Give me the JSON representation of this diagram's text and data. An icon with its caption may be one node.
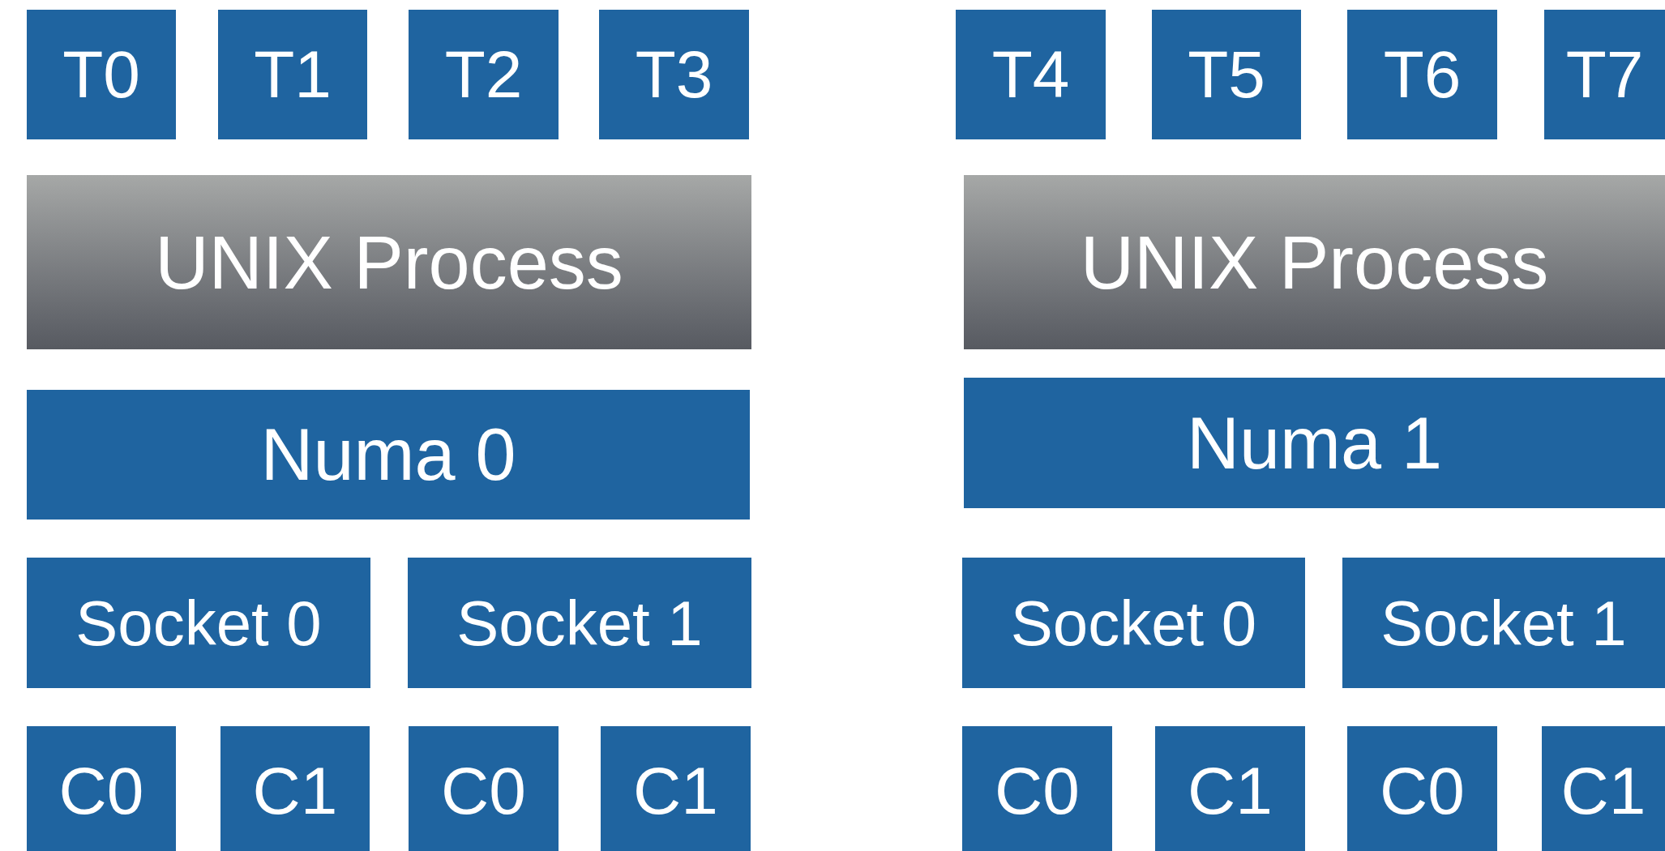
{
  "diagram": {
    "nodes": [
      {
        "text": [
          "T0"
        ]
      },
      {
        "text": [
          "T1"
        ]
      },
      {
        "text": [
          "T2"
        ]
      },
      {
        "text": [
          "T3"
        ]
      },
      {
        "text": [
          "T4"
        ]
      },
      {
        "text": [
          "T5"
        ]
      },
      {
        "text": [
          "T6"
        ]
      },
      {
        "text": [
          "T7"
        ]
      },
      {
        "text": [
          "UNIX Process"
        ]
      },
      {
        "text": [
          "UNIX Process"
        ]
      },
      {
        "text": [
          "Numa 0"
        ]
      },
      {
        "text": [
          "Numa 1"
        ]
      },
      {
        "text": [
          "Socket 0"
        ]
      },
      {
        "text": [
          "Socket 1"
        ]
      },
      {
        "text": [
          "Socket 0"
        ]
      },
      {
        "text": [
          "Socket 1"
        ]
      },
      {
        "text": [
          "C0"
        ]
      },
      {
        "text": [
          "C1"
        ]
      },
      {
        "text": [
          "C0"
        ]
      },
      {
        "text": [
          "C1"
        ]
      },
      {
        "text": [
          "C0"
        ]
      },
      {
        "text": [
          "C1"
        ]
      },
      {
        "text": [
          "C0"
        ]
      },
      {
        "text": [
          "C1"
        ]
      }
    ]
  }
}
